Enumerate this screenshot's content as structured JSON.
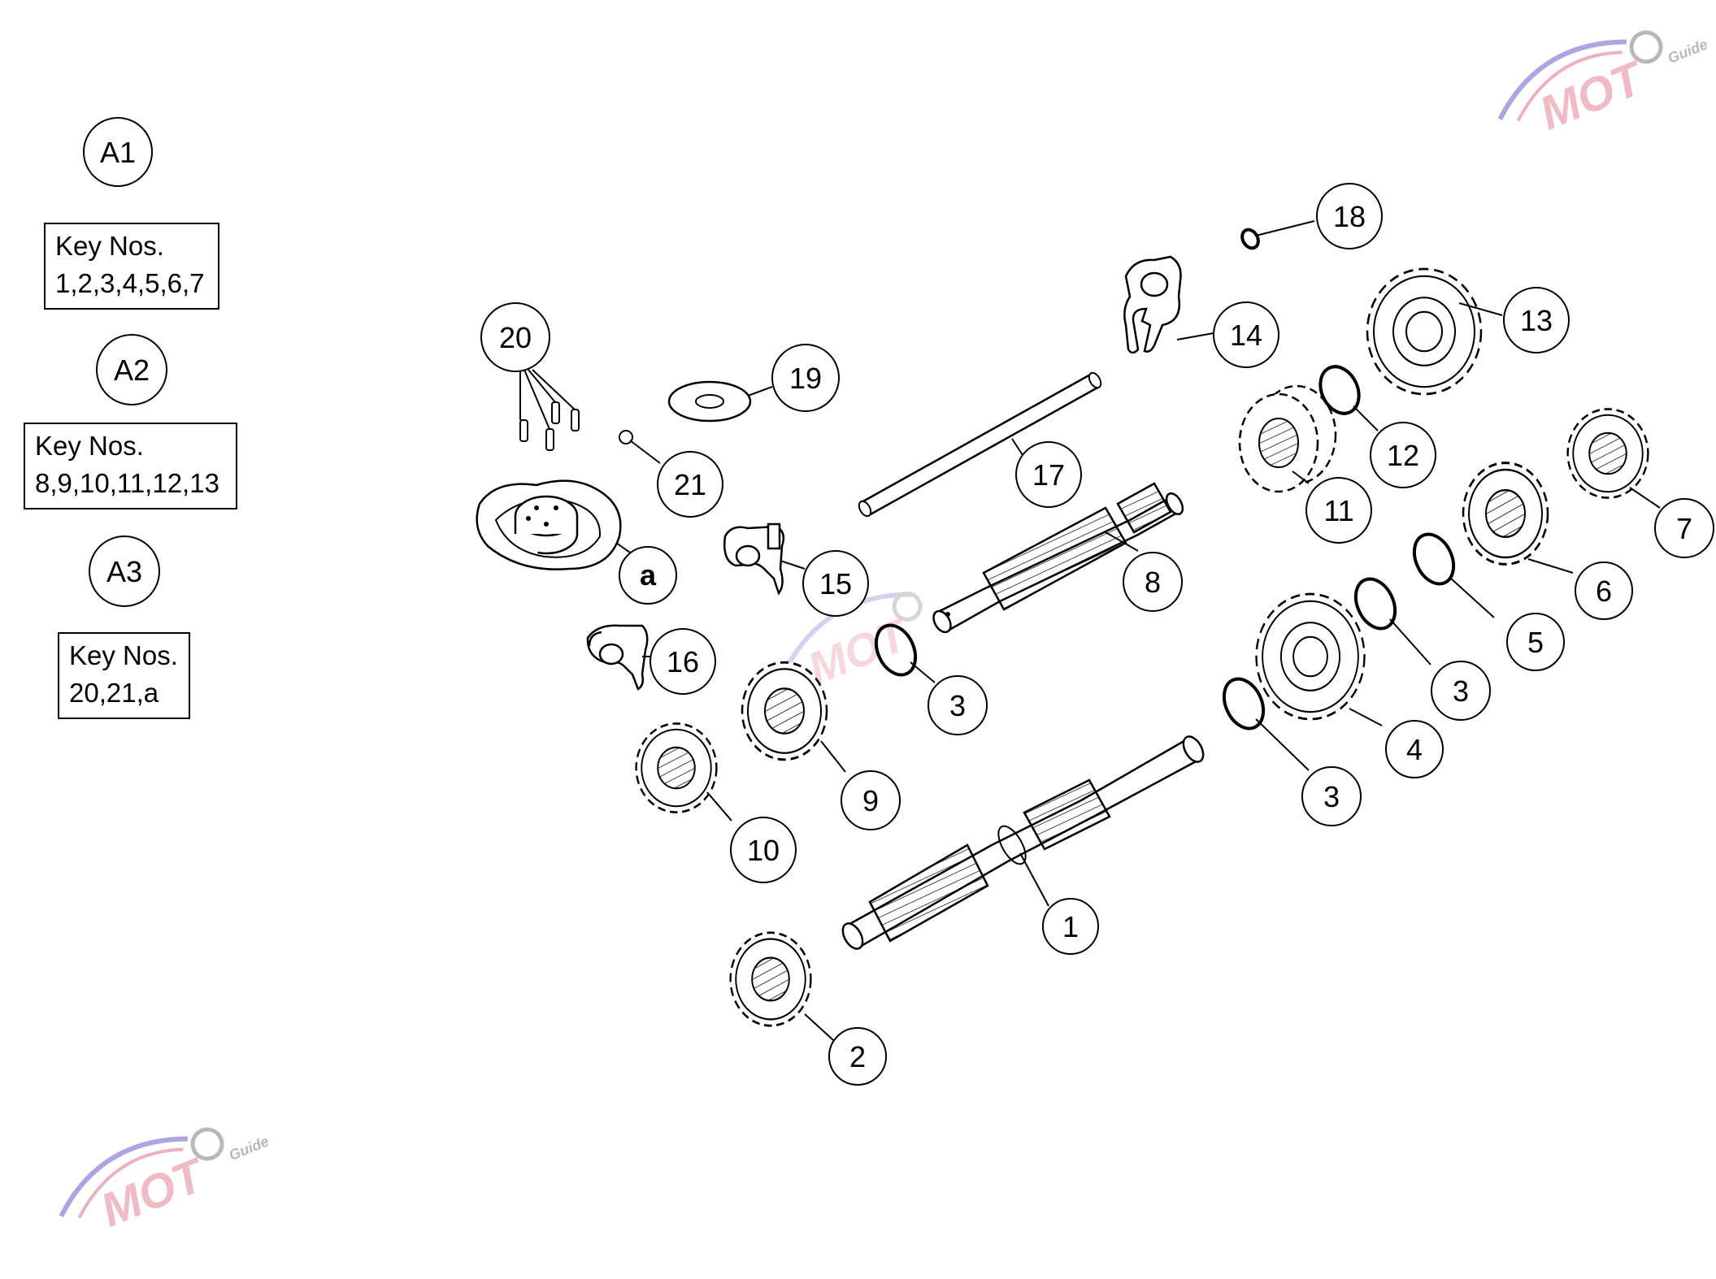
{
  "groups": [
    {
      "label": "A1",
      "key_title": "Key Nos.",
      "key_list": "1,2,3,4,5,6,7"
    },
    {
      "label": "A2",
      "key_title": "Key Nos.",
      "key_list": "8,9,10,11,12,13"
    },
    {
      "label": "A3",
      "key_title": "Key Nos.",
      "key_list": "20,21,a"
    }
  ],
  "callouts": [
    "1",
    "2",
    "3",
    "3",
    "3",
    "4",
    "5",
    "6",
    "7",
    "8",
    "9",
    "10",
    "11",
    "12",
    "13",
    "14",
    "15",
    "16",
    "17",
    "18",
    "19",
    "20",
    "21",
    "a"
  ],
  "watermark": {
    "text": "MOT",
    "subtext": "Guide",
    "accent": "#8a7fd6",
    "accent2": "#e58ea0"
  },
  "colors": {
    "line": "#000000",
    "background": "#ffffff"
  }
}
